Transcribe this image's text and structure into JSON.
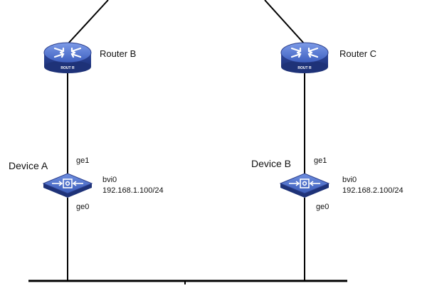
{
  "routers": [
    {
      "label": "Router B",
      "icon_text": "ROUT R"
    },
    {
      "label": "Router C",
      "icon_text": "ROUT R"
    }
  ],
  "devices": [
    {
      "label": "Device A",
      "port_top": "ge1",
      "port_bottom": "ge0",
      "interface": "bvi0",
      "ip": "192.168.1.100/24"
    },
    {
      "label": "Device B",
      "port_top": "ge1",
      "port_bottom": "ge0",
      "interface": "bvi0",
      "ip": "192.168.2.100/24"
    }
  ],
  "colors": {
    "icon_dark": "#2a3d8a",
    "icon_mid": "#3a5bb8",
    "icon_light": "#6f8fe0",
    "line": "#000000"
  }
}
